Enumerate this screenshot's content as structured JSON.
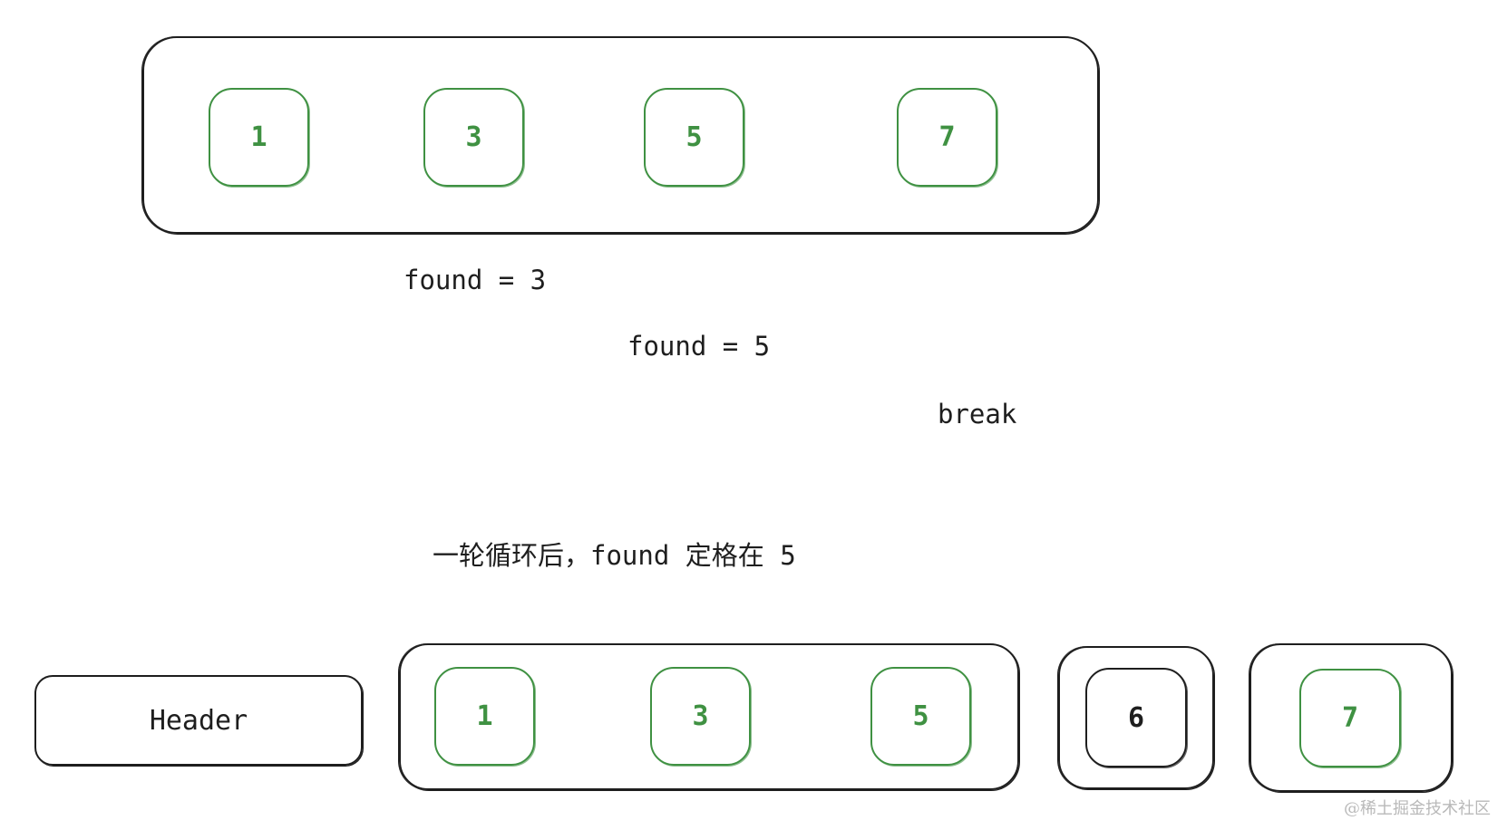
{
  "colors": {
    "stroke": "#1e1e1e",
    "accent_green": "#3f9142",
    "background": "#ffffff"
  },
  "top_array": {
    "items": [
      "1",
      "3",
      "5",
      "7"
    ]
  },
  "steps": {
    "step1": "found = 3",
    "step2": "found = 5",
    "step3": "break"
  },
  "summary": "一轮循环后，found 定格在 5",
  "bottom": {
    "header_label": "Header",
    "group_items": [
      "1",
      "3",
      "5"
    ],
    "new_item": "6",
    "last_item": "7"
  },
  "watermark": "@稀土掘金技术社区"
}
